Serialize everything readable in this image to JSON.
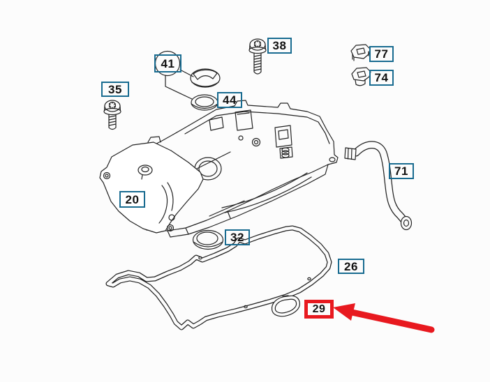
{
  "colors": {
    "callout_border": "#186b90",
    "highlight": "#e8191f",
    "line_art": "#222222",
    "background": "#fcfcfc"
  },
  "callouts": {
    "c20": {
      "label": "20",
      "highlighted": false
    },
    "c26": {
      "label": "26",
      "highlighted": false
    },
    "c29": {
      "label": "29",
      "highlighted": true
    },
    "c32": {
      "label": "32",
      "highlighted": false
    },
    "c35": {
      "label": "35",
      "highlighted": false
    },
    "c38": {
      "label": "38",
      "highlighted": false
    },
    "c41": {
      "label": "41",
      "highlighted": false
    },
    "c44": {
      "label": "44",
      "highlighted": false
    },
    "c71": {
      "label": "71",
      "highlighted": false
    },
    "c74": {
      "label": "74",
      "highlighted": false
    },
    "c77": {
      "label": "77",
      "highlighted": false
    }
  }
}
